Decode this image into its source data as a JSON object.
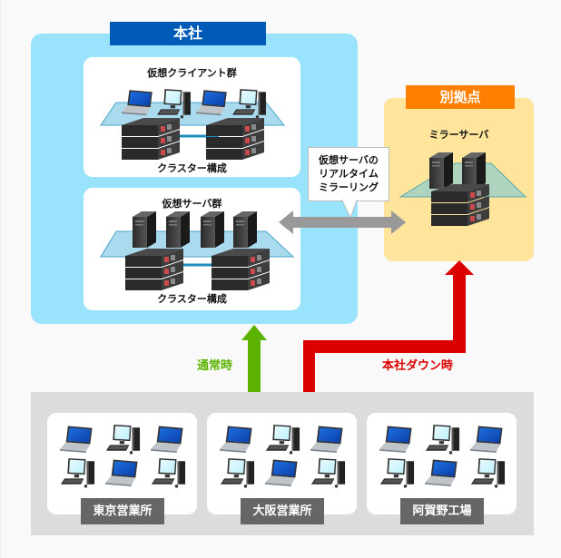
{
  "headquarters": {
    "label": "本社",
    "client_group": {
      "title": "仮想クライアント群",
      "caption": "クラスター構成",
      "devices": [
        "laptop-icon",
        "desktop-icon",
        "laptop-icon",
        "desktop-icon"
      ],
      "cluster_servers": [
        "rack-server-icon",
        "rack-server-icon"
      ]
    },
    "server_group": {
      "title": "仮想サーバ群",
      "caption": "クラスター構成",
      "devices": [
        "tower-server-icon",
        "tower-server-icon",
        "tower-server-icon",
        "tower-server-icon"
      ],
      "cluster_servers": [
        "rack-server-icon",
        "rack-server-icon"
      ]
    }
  },
  "branch": {
    "label": "別拠点",
    "title": "ミラーサーバ",
    "devices": [
      "tower-server-icon",
      "tower-server-icon"
    ],
    "cluster_servers": [
      "rack-server-icon"
    ]
  },
  "mirror_callout": {
    "lines": [
      "仮想サーバの",
      "リアルタイム",
      "ミラーリング"
    ]
  },
  "flows": {
    "normal": {
      "label": "通常時",
      "color": "#5bb300"
    },
    "failover": {
      "label": "本社ダウン時",
      "color": "#dd0000"
    },
    "mirror_arrow_color": "#999999"
  },
  "sites": [
    {
      "label": "東京営業所",
      "devices": [
        "laptop-icon",
        "desktop-icon",
        "laptop-icon",
        "desktop-icon",
        "laptop-icon",
        "desktop-icon"
      ]
    },
    {
      "label": "大阪営業所",
      "devices": [
        "laptop-icon",
        "desktop-icon",
        "laptop-icon",
        "desktop-icon",
        "laptop-icon",
        "desktop-icon"
      ]
    },
    {
      "label": "阿賀野工場",
      "devices": [
        "laptop-icon",
        "desktop-icon",
        "laptop-icon",
        "desktop-icon",
        "laptop-icon",
        "desktop-icon"
      ]
    }
  ],
  "colors": {
    "hq_bg": "#99e3fd",
    "hq_label_bg": "#005bb7",
    "branch_bg": "#ffe59c",
    "branch_label_bg": "#ff7f00",
    "site_area_bg": "#dcdcdc",
    "site_label_bg": "#666666"
  }
}
